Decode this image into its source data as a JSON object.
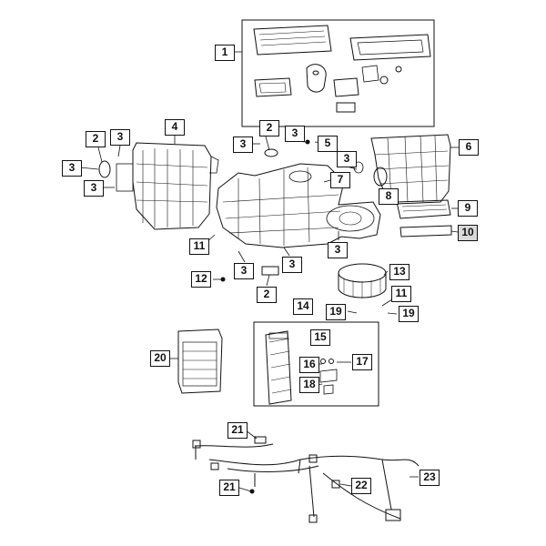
{
  "callouts": {
    "c1": "1",
    "c2a": "2",
    "c2b": "2",
    "c2c": "2",
    "c3a": "3",
    "c3b": "3",
    "c3c": "3",
    "c3d": "3",
    "c3e": "3",
    "c3f": "3",
    "c3g": "3",
    "c3h": "3",
    "c3i": "3",
    "c4": "4",
    "c5": "5",
    "c6": "6",
    "c7": "7",
    "c8": "8",
    "c9": "9",
    "c10": "10",
    "c11a": "11",
    "c11b": "11",
    "c12": "12",
    "c13": "13",
    "c14": "14",
    "c15": "15",
    "c16": "16",
    "c17": "17",
    "c18": "18",
    "c19a": "19",
    "c19b": "19",
    "c20": "20",
    "c21a": "21",
    "c21b": "21",
    "c22": "22",
    "c23": "23"
  },
  "colors": {
    "line": "#111111",
    "callout_fill": "#ffffff",
    "callout_shade": "#d9d9d9"
  }
}
